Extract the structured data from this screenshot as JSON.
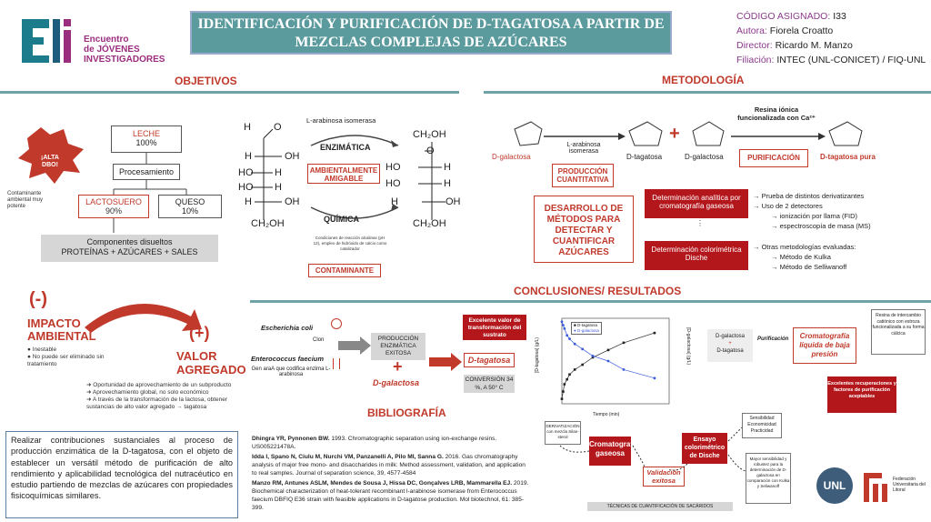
{
  "header": {
    "title": "IDENTIFICACIÓN Y PURIFICACIÓN DE D-TAGATOSA A PARTIR DE MEZCLAS COMPLEJAS DE AZÚCARES",
    "codigo_label": "CÓDIGO ASIGNADO:",
    "codigo_value": "I33",
    "autora_label": "Autora:",
    "autora_value": "Fiorela Croatto",
    "director_label": "Director:",
    "director_value": "Ricardo M. Manzo",
    "filiacion_label": "Filiación:",
    "filiacion_value": "INTEC (UNL-CONICET)  / FIQ-UNL",
    "logo_lines": [
      "Encuentro",
      "de JÓVENES",
      "INVESTIGADORES"
    ]
  },
  "sections": {
    "objetivos": "OBJETIVOS",
    "metodologia": "METODOLOGÍA",
    "conclusiones": "CONCLUSIONES/ RESULTADOS",
    "bibliografia": "BIBLIOGRAFÍA"
  },
  "objetivos": {
    "leche": "LECHE",
    "leche_pct": "100%",
    "procesamiento": "Procesamiento",
    "lactosuero": "LACTOSUERO",
    "lactosuero_pct": "90%",
    "queso": "QUESO",
    "queso_pct": "10%",
    "alta_dbo": "¡ALTA DBO!",
    "contaminante_note": "Contaminante ambiental muy potente",
    "componentes_1": "Componentes disueltos",
    "componentes_2": "PROTEÍNAS + AZÚCARES + SALES",
    "isomerasa": "L-arabinosa isomerasa",
    "enzimatica": "ENZIMÁTICA",
    "ambientalmente": "AMBIENTALMENTE AMIGABLE",
    "quimica": "QUÍMICA",
    "condiciones": "Condiciones de reacción alcalinas (pH 12), empleo de hidróxido de calcio como catalizador",
    "contaminante": "CONTAMINANTE"
  },
  "impacto": {
    "minus": "(-)",
    "impacto": "IMPACTO AMBIENTAL",
    "bullets": [
      "Inestable",
      "No puede ser eliminado sin tratamiento"
    ],
    "plus": "(+)",
    "valor": "VALOR AGREGADO",
    "valor_bullets": [
      "Oportunidad de aprovechamiento de un subproducto",
      "Aprovechamiento global, no solo económico",
      "A través de la transformación de la lactosa, obtener sustancias de alto valor agregado → tagatosa"
    ]
  },
  "summary": "Realizar contribuciones sustanciales al proceso de producción enzimática de la D-tagatosa, con el objeto de establecer un versátil método de purificación de alto rendimiento y aplicabilidad tecnológica del nutracéutico en estudio partiendo de mezclas de azúcares con propiedades fisicoquímicas similares.",
  "metodologia": {
    "d_galactosa": "D-galactosa",
    "isomerasa": "L-arabinosa isomerasa",
    "produccion": "PRODUCCIÓN CUANTITATIVA",
    "d_tagatosa": "D-tagatosa",
    "resina": "Resina iónica funcionalizada con Ca²⁺",
    "purificacion": "PURIFICACIÓN",
    "tagatosa_pura": "D-tagatosa pura",
    "desarrollo": "DESARROLLO DE MÉTODOS PARA DETECTAR Y CUANTIFICAR AZÚCARES",
    "det_analitica": "Determinación analítica por cromatografía gaseosa",
    "det_colorimetrica": "Determinación colorimétrica Dische",
    "right_list": [
      "→ Prueba de distintos derivatizantes",
      "→ Uso de 2 detectores",
      "→ ionización por llama (FID)",
      "→ espectroscopía de masa (MS)",
      "→ Otras metodologías evaluadas:",
      "→ Método de Kulka",
      "→ Método de Selliwanoff"
    ]
  },
  "conclusiones": {
    "ecoli": "Escherichia coli",
    "clon": "Clon",
    "efaecium": "Enterococcus faecium",
    "gen": "Gen araA que codifica enzima L-arabinosa",
    "produccion": "PRODUCCIÓN ENZIMÁTICA EXITOSA",
    "excelente": "Excelente valor de transformación del sustrato",
    "d_tagatosa": "D-tagatosa",
    "d_galactosa": "D-galactosa",
    "conversion": "CONVERSIÓN 34 %, A 50° C"
  },
  "chart_data": {
    "type": "line",
    "xlabel": "Tiempo (min)",
    "ylabel": "[D-tagatosa] (g/L)",
    "y2label": "[D-galactosa] (g/L)",
    "series": [
      {
        "name": "D-tagatosa",
        "x": [
          0,
          30,
          60,
          120,
          180,
          300,
          480,
          720,
          1080,
          1440,
          2160
        ],
        "values": [
          2,
          5,
          8,
          10,
          12,
          14,
          16,
          19,
          22,
          25,
          29
        ]
      },
      {
        "name": "D-galactosa",
        "x": [
          0,
          30,
          60,
          120,
          180,
          300,
          480,
          720,
          1080,
          1440,
          2160
        ],
        "values": [
          88,
          86,
          84,
          80,
          78,
          75,
          72,
          68,
          65,
          60,
          55
        ]
      }
    ],
    "xlim": [
      0,
      2500
    ],
    "ylim": [
      0,
      35
    ],
    "y2lim": [
      40,
      90
    ]
  },
  "purif_right": {
    "dgal": "D-galactosa",
    "plus": "+",
    "dtag": "D-tagatosa",
    "purificacion": "Purificación",
    "cromatografia": "Cromatografía líquida de baja presión",
    "resina": "Resina de intercambio catiónico con estroza funcionalizada a su forma cálcica",
    "excelentes": "Excelentes recuperaciones y factores de purificación aceptables"
  },
  "tecnicas": {
    "derivatizacion": "DERIVATIZACIÓN con mezcla Silan-sterol",
    "cg": "Cromatografía gaseosa",
    "validacion": "Validación exitosa",
    "ensayo": "Ensayo colorimétrico de Dische",
    "sensibilidad": "Sensibilidad Economicidad Practicidad",
    "mayor": "Mayor sensibilidad y robustez para la determinación de D-galactosa en comparación con Kulka y Seliwanoff",
    "footer": "TÉCNICAS DE CUANTIFICACIÓN DE SACÁRIDOS"
  },
  "bibliografia": [
    {
      "authors": "Dhingra YR, Pynnonen BW.",
      "text": " 1993. Chromatographic separation using ion-exchange resins. US005221478A."
    },
    {
      "authors": "Idda I, Spano N, Ciulu M, Nurchi VM, Panzanelli A, Pilo MI, Sanna G.",
      "text": " 2016. Gas chromatography analysis of major free mono- and disaccharides in milk: Method assessment, validation, and application to real samples. Journal of separation science, 39, 4577-4584"
    },
    {
      "authors": "Manzo RM, Antunes ASLM, Mendes de Sousa J, Hissa DC, Gonçalves LRB, Mammarella EJ.",
      "text": " 2019. Biochemical characterization of heat-tolerant recombinant l-arabinose isomerase from Enterococcus faecium DBFIQ E36 strain with feasible applications in D-tagatose production. Mol biotechnol, 61: 385-399."
    }
  ],
  "footer_logos": {
    "unl": "UNL",
    "fuul": "Federación Universitaria del Litoral"
  }
}
